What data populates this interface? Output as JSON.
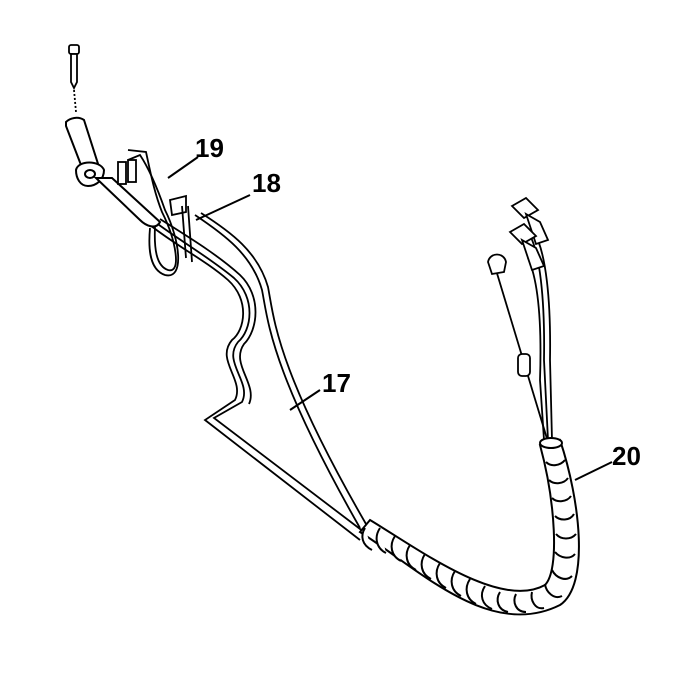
{
  "callouts": [
    {
      "id": "17",
      "label": "17"
    },
    {
      "id": "18",
      "label": "18"
    },
    {
      "id": "19",
      "label": "19"
    },
    {
      "id": "20",
      "label": "20"
    }
  ],
  "colors": {
    "line": "#000000",
    "background": "#ffffff"
  }
}
